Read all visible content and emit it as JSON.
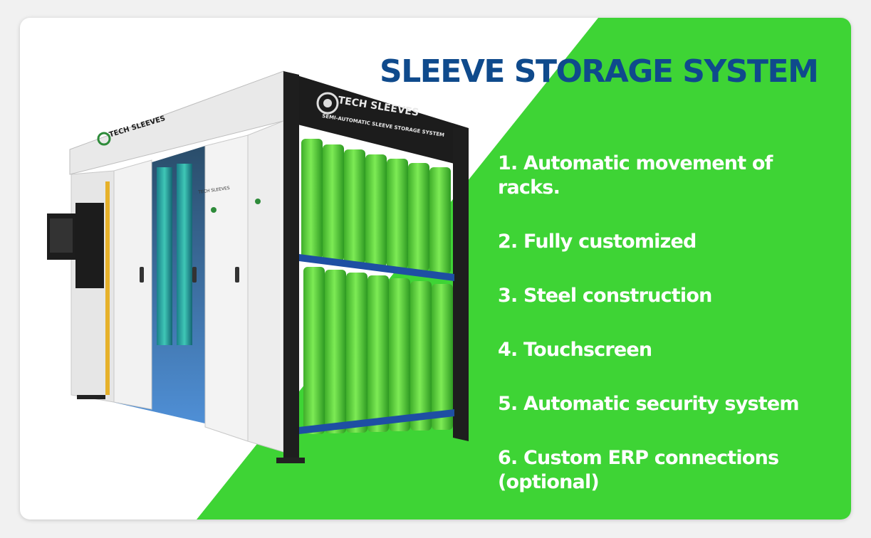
{
  "title": "SLEEVE STORAGE SYSTEM",
  "features": [
    "1. Automatic movement of racks.",
    "2. Fully customized",
    "3. Steel construction",
    "4. Touchscreen",
    "5. Automatic security system",
    "6. Custom ERP connections (optional)"
  ],
  "machine": {
    "brand_main": "TECH SLEEVES",
    "brand_sub": "SEMI-AUTOMATIC SLEEVE STORAGE SYSTEM",
    "brand_door": "TECH SLEEVES",
    "brand_door_small": "TECH SLEEVES"
  },
  "colors": {
    "green": "#3ed435",
    "title_blue": "#0f4a8c",
    "frame_black": "#1c1c1c",
    "panel_white": "#efefef",
    "sleeve_green": "#6fde4a"
  }
}
